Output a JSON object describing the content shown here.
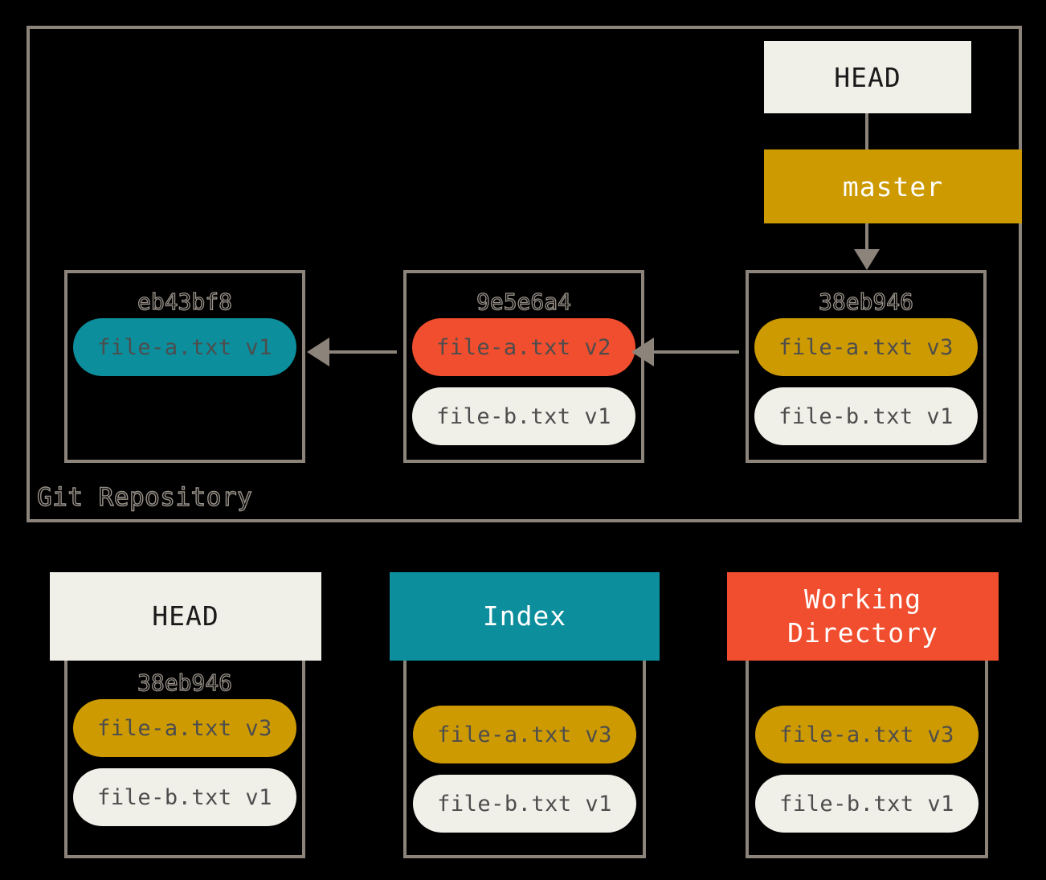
{
  "repository": {
    "label": "Git Repository",
    "border_color": "#8c847b",
    "head_ref": {
      "label": "HEAD",
      "bg": "#f0efe8",
      "fg": "#1a1a1a"
    },
    "branch_ref": {
      "label": "master",
      "bg": "#cd9a02",
      "fg": "#ffffff"
    },
    "commits": [
      {
        "hash": "eb43bf8",
        "files": [
          {
            "name": "file-a.txt v1",
            "bg": "#0c8e9c",
            "state": "teal"
          }
        ]
      },
      {
        "hash": "9e5e6a4",
        "files": [
          {
            "name": "file-a.txt v2",
            "bg": "#f04e2e",
            "state": "red"
          },
          {
            "name": "file-b.txt v1",
            "bg": "#f0efe8",
            "state": "cream"
          }
        ]
      },
      {
        "hash": "38eb946",
        "files": [
          {
            "name": "file-a.txt v3",
            "bg": "#cd9a02",
            "state": "gold"
          },
          {
            "name": "file-b.txt v1",
            "bg": "#f0efe8",
            "state": "cream"
          }
        ]
      }
    ]
  },
  "panels": [
    {
      "title": "HEAD",
      "header_bg": "#f0efe8",
      "header_fg": "#1a1a1a",
      "hash": "38eb946",
      "files": [
        {
          "name": "file-a.txt v3",
          "bg": "#cd9a02"
        },
        {
          "name": "file-b.txt v1",
          "bg": "#f0efe8"
        }
      ]
    },
    {
      "title": "Index",
      "header_bg": "#0c8e9c",
      "header_fg": "#ffffff",
      "hash": "",
      "files": [
        {
          "name": "file-a.txt v3",
          "bg": "#cd9a02"
        },
        {
          "name": "file-b.txt v1",
          "bg": "#f0efe8"
        }
      ]
    },
    {
      "title_line1": "Working",
      "title_line2": "Directory",
      "header_bg": "#f04e2e",
      "header_fg": "#ffffff",
      "hash": "",
      "files": [
        {
          "name": "file-a.txt v3",
          "bg": "#cd9a02"
        },
        {
          "name": "file-b.txt v1",
          "bg": "#f0efe8"
        }
      ]
    }
  ],
  "colors": {
    "background": "#000000",
    "stroke": "#8c847b",
    "teal": "#0c8e9c",
    "red": "#f04e2e",
    "gold": "#cd9a02",
    "cream": "#f0efe8",
    "text_gray": "#4d4d4d"
  }
}
